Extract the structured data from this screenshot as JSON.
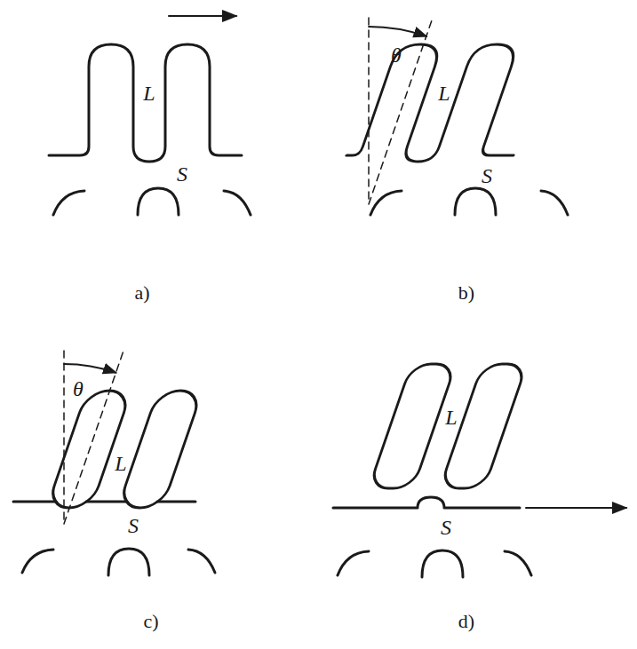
{
  "diagram": {
    "labels": [
      "L",
      "S",
      "θ",
      "L",
      "S",
      "a)",
      "b)",
      "θ",
      "L",
      "S",
      "L",
      "S",
      "c)",
      "d)"
    ]
  }
}
